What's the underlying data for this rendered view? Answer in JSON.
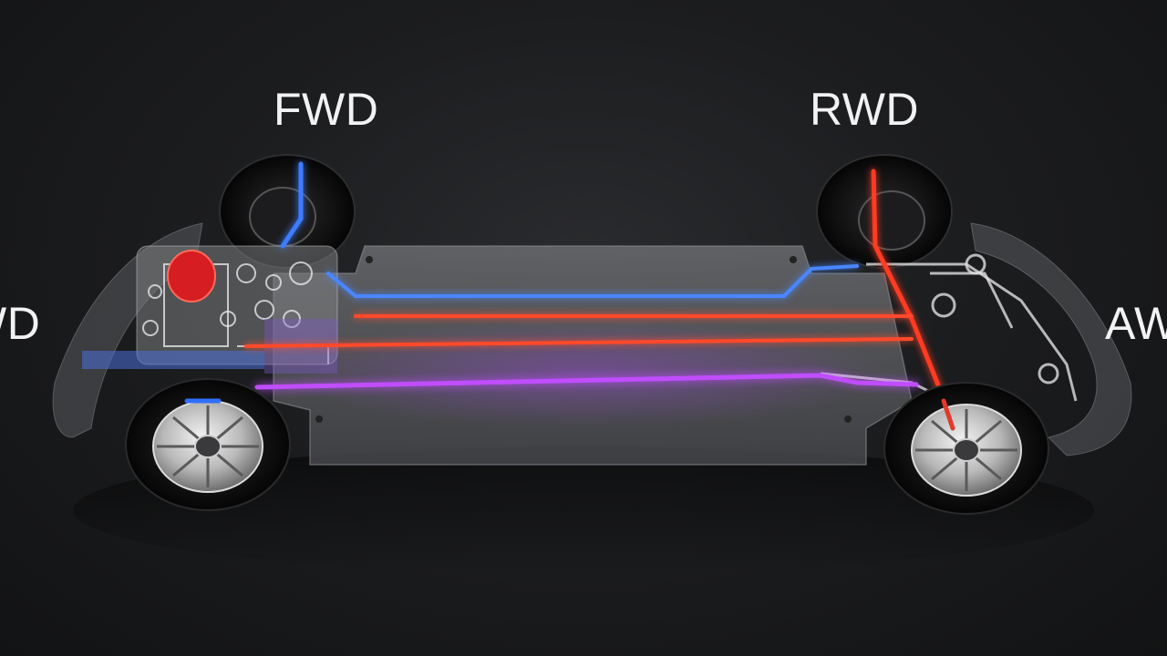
{
  "labels": {
    "fwd": "FWD",
    "rwd": "RWD",
    "left_cut": "WD",
    "right_cut": "AW"
  },
  "colors": {
    "background": "#1a1b1d",
    "fwd_line": "#3d7bff",
    "rwd_line": "#ff4a2a",
    "awd_line": "#c04dff",
    "label_text": "#f2f2f2"
  },
  "scene": {
    "subject": "car-chassis",
    "drive_paths": [
      "fwd",
      "rwd",
      "awd"
    ]
  }
}
